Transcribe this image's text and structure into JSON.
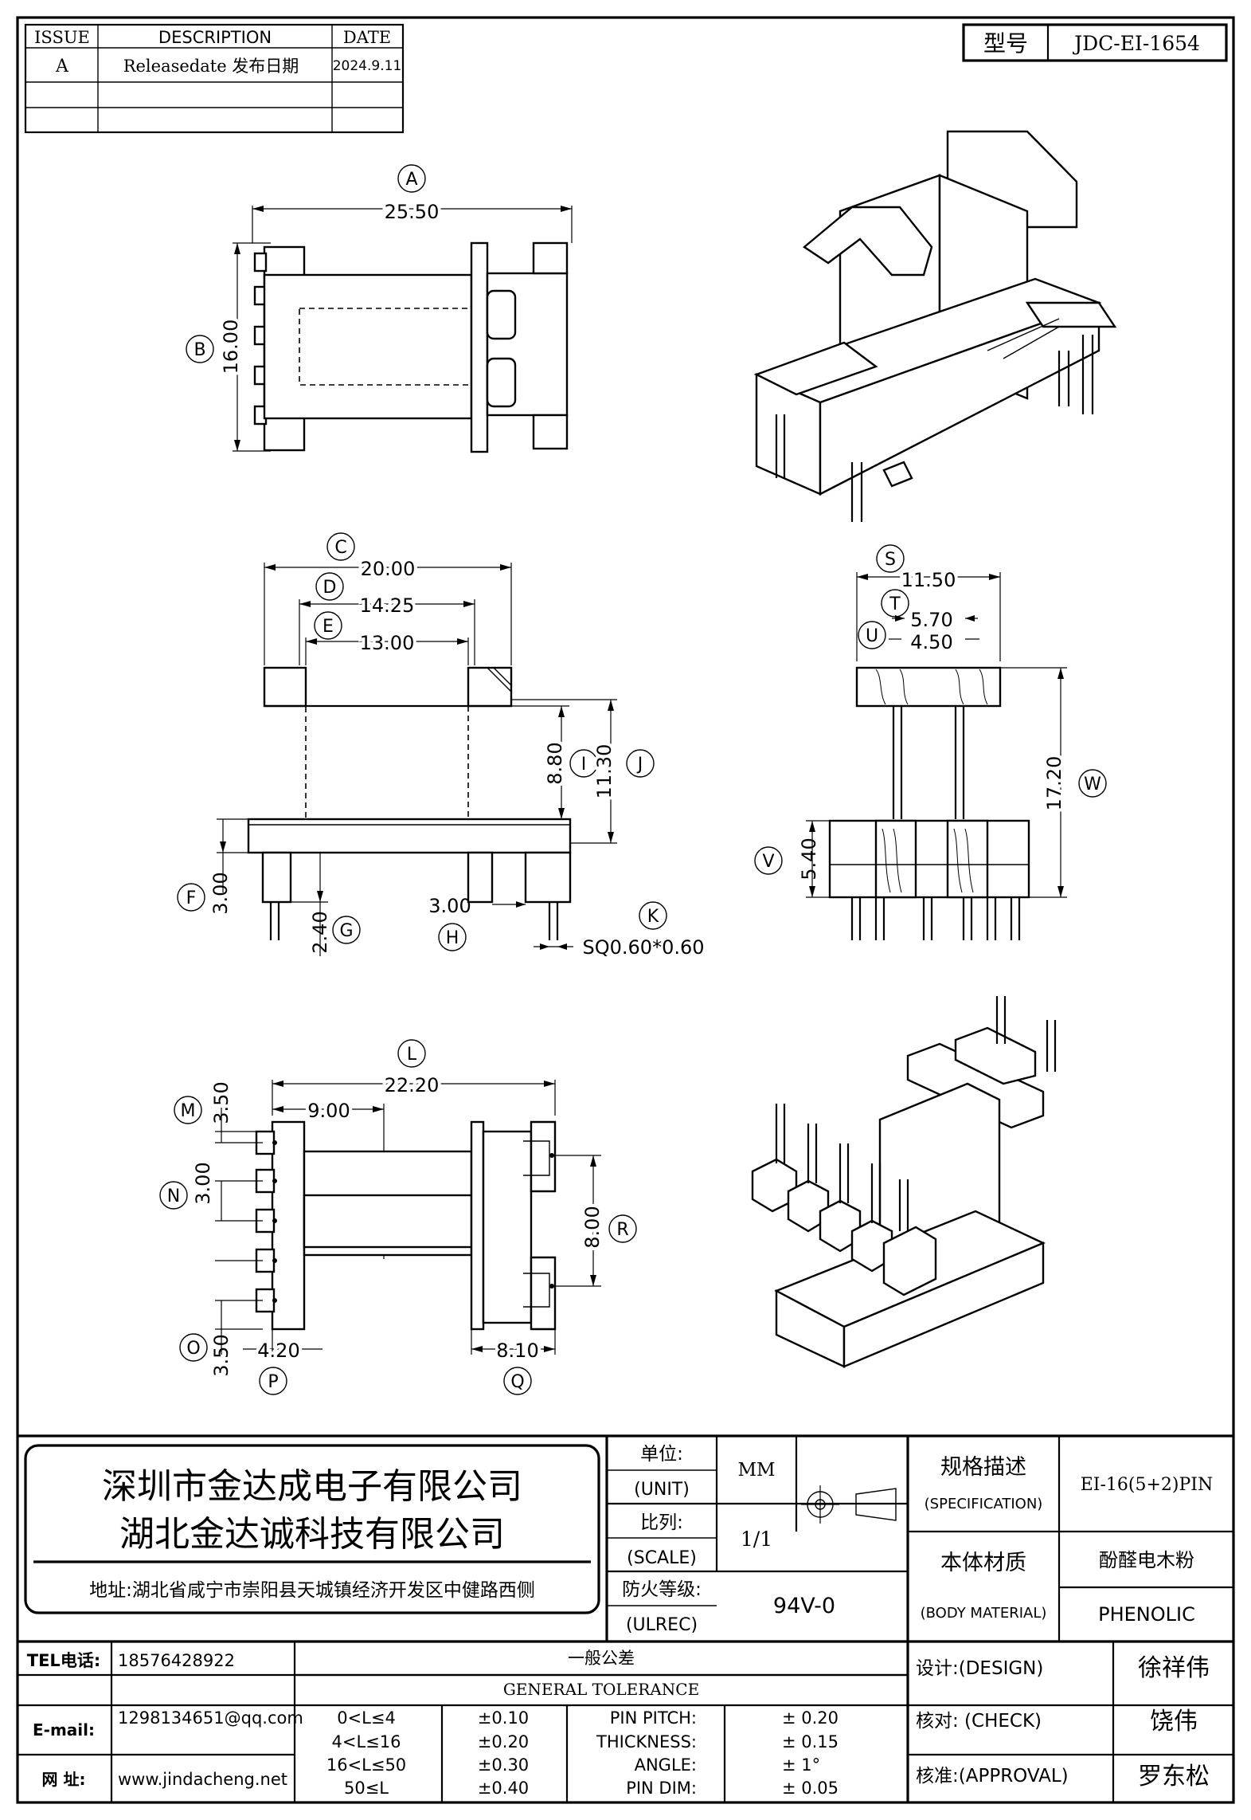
{
  "revision": {
    "headers": {
      "issue": "ISSUE",
      "description": "DESCRIPTION",
      "date": "DATE"
    },
    "rows": [
      {
        "issue": "A",
        "description": "Releasedate 发布日期",
        "date": "2024.9.11"
      }
    ]
  },
  "model": {
    "label": "型号",
    "value": "JDC-EI-1654"
  },
  "dimensions": {
    "A": "25.50",
    "B": "16.00",
    "C": "20.00",
    "D": "14.25",
    "E": "13.00",
    "F": "3.00",
    "G": "2.40",
    "H": "3.00",
    "I": "8.80",
    "J": "11.30",
    "K": "SQ0.60*0.60",
    "L": "22.20",
    "M": "3.50",
    "N": "3.00",
    "O": "3.50",
    "P": "4.20",
    "Q": "8.10",
    "R": "8.00",
    "S": "11.50",
    "T": "5.70",
    "U": "4.50",
    "V": "5.40",
    "W": "17.20",
    "L_pitch": "9.00"
  },
  "company": {
    "name1": "深圳市金达成电子有限公司",
    "name2": "湖北金达诚科技有限公司",
    "address": "地址:湖北省咸宁市崇阳县天城镇经济开发区中健路西侧"
  },
  "unit": {
    "label_cn": "单位:",
    "label_en": "(UNIT)",
    "value": "MM"
  },
  "scale": {
    "label_cn": "比列:",
    "label_en": "(SCALE)",
    "value": "1/1"
  },
  "ulrec": {
    "label_cn": "防火等级:",
    "label_en": "(ULREC)",
    "value": "94V-0"
  },
  "specification": {
    "label_cn": "规格描述",
    "label_en": "(SPECIFICATION)",
    "value": "EI-16(5+2)PIN"
  },
  "body_material": {
    "label_cn": "本体材质",
    "label_en": "(BODY MATERIAL)",
    "value_cn": "酚醛电木粉",
    "value_en": "PHENOLIC"
  },
  "contact": {
    "tel_label": "TEL电话:",
    "tel": "18576428922",
    "email_label": "E-mail:",
    "email": "1298134651@qq.com",
    "web_label": "网  址:",
    "web": "www.jindacheng.net"
  },
  "tolerance": {
    "title_cn": "一般公差",
    "title_en": "GENERAL TOLERANCE",
    "rows": [
      {
        "range": "0<L≤4",
        "value": "±0.10",
        "item": "PIN PITCH:",
        "tol": "± 0.20"
      },
      {
        "range": "4<L≤16",
        "value": "±0.20",
        "item": "THICKNESS:",
        "tol": "± 0.15"
      },
      {
        "range": "16<L≤50",
        "value": "±0.30",
        "item": "ANGLE:",
        "tol": "± 1°"
      },
      {
        "range": "50≤L",
        "value": "±0.40",
        "item": "PIN DIM:",
        "tol": "± 0.05"
      }
    ]
  },
  "approval": {
    "design_label": "设计:(DESIGN)",
    "design": "徐祥伟",
    "check_label": "核对: (CHECK)",
    "check": "饶伟",
    "approve_label": "核准:(APPROVAL)",
    "approve": "罗东松"
  }
}
